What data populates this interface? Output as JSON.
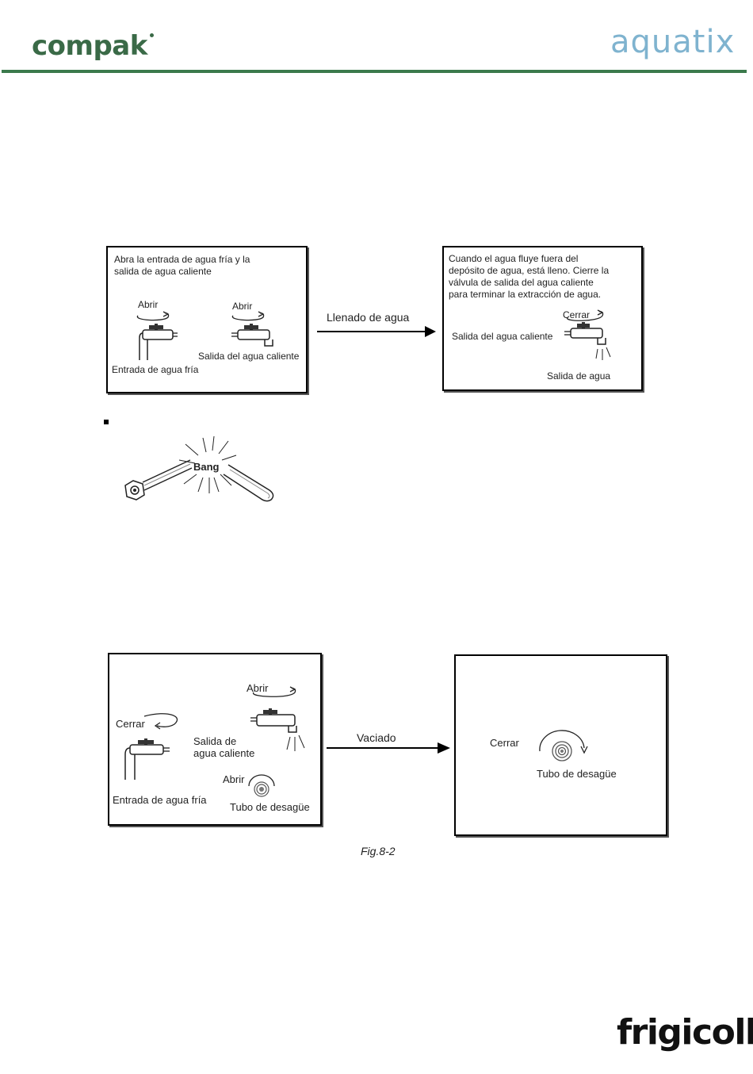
{
  "header": {
    "brand_left": "compak",
    "brand_right": "aquatix"
  },
  "fill_diagram": {
    "left_box": {
      "instruction": [
        "Abra la entrada de agua fría y la",
        "salida de agua caliente"
      ],
      "open_label_1": "Abrir",
      "open_label_2": "Abrir",
      "hot_outlet_label": "Salida del agua caliente",
      "cold_inlet_label": "Entrada de agua fría"
    },
    "arrow_label": "Llenado de agua",
    "right_box": {
      "instruction": [
        "Cuando el agua fluye fuera del",
        "depósito de agua, está lleno. Cierre la",
        "válvula de salida del agua caliente",
        "para terminar la extracción de agua."
      ],
      "close_label": "Cerrar",
      "hot_outlet_label": "Salida del agua caliente",
      "water_out_label": "Salida de agua"
    }
  },
  "element_figure": {
    "bang_label": "Bang"
  },
  "drain_diagram": {
    "left_box": {
      "close_label": "Cerrar",
      "open_label_top": "Abrir",
      "hot_outlet_label": [
        "Salida de",
        "agua caliente"
      ],
      "open_label_drain": "Abrir",
      "cold_inlet_label": "Entrada de agua fría",
      "drain_pipe_label": "Tubo de desagüe"
    },
    "arrow_label": "Vaciado",
    "right_box": {
      "close_label": "Cerrar",
      "drain_pipe_label": "Tubo de desagüe"
    }
  },
  "caption": "Fig.8-2",
  "footer": {
    "brand": "frigicoll"
  }
}
